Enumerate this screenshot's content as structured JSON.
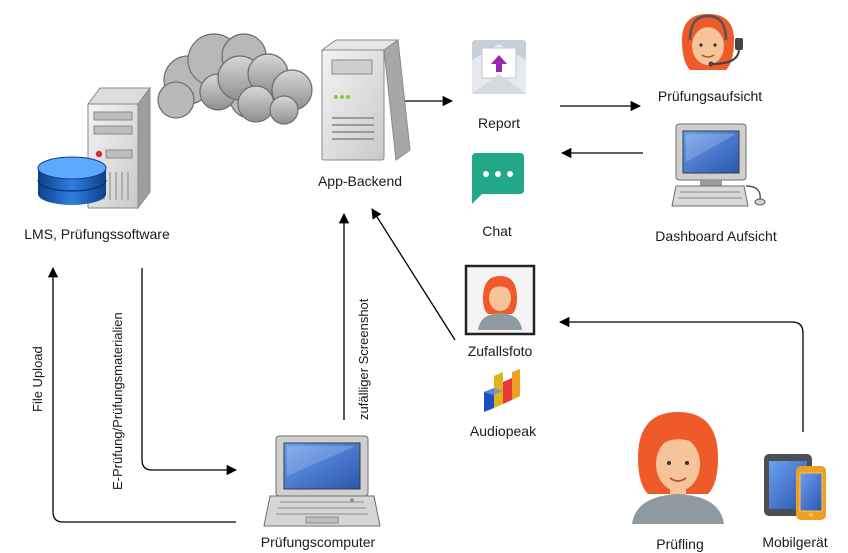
{
  "labels": {
    "lms": "LMS, Prüfungssoftware",
    "backend": "App-Backend",
    "report": "Report",
    "chat": "Chat",
    "proctor": "Prüfungsaufsicht",
    "dashboard": "Dashboard Aufsicht",
    "randomphoto": "Zufallsfoto",
    "audiopeak": "Audiopeak",
    "examcomputer": "Prüfungscomputer",
    "examinee": "Prüfling",
    "mobile": "Mobilgerät"
  },
  "edge_labels": {
    "file_upload": "File Upload",
    "exam_materials": "E-Prüfung/Prüfungsmaterialien",
    "random_screenshot": "zufälliger Screenshot"
  },
  "icons": {
    "server": "server-icon",
    "database": "database-icon",
    "cloud": "cloud-icon",
    "backend": "backend-tower-icon",
    "report": "envelope-upload-icon",
    "chat": "chat-bubble-icon",
    "proctor": "headset-person-icon",
    "dashboard": "desktop-computer-icon",
    "randomphoto": "photo-person-icon",
    "audiopeak": "bar-chart-icon",
    "examcomputer": "laptop-icon",
    "examinee": "person-icon",
    "mobile": "mobile-devices-icon"
  },
  "colors": {
    "hair": "#ef5a2a",
    "skin": "#f6c39b",
    "shirt": "#8e9aa0",
    "chat": "#22a889",
    "report_arrow": "#9b27b0",
    "screen": "#3f74d1",
    "db": "#1f63c0"
  }
}
